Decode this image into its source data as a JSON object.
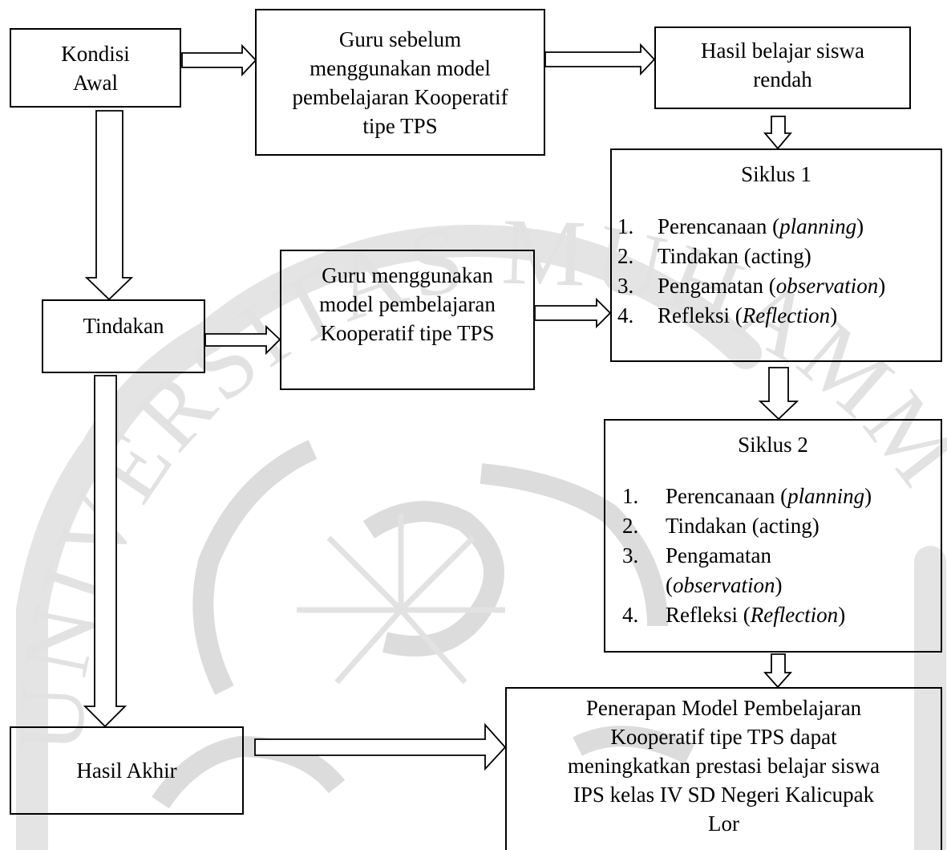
{
  "nodes": {
    "kondisi_awal": [
      "Kondisi",
      "Awal"
    ],
    "guru_sebelum": [
      "Guru sebelum",
      "menggunakan model",
      "pembelajaran Kooperatif",
      "tipe TPS"
    ],
    "hasil_rendah": [
      "Hasil belajar siswa",
      "rendah"
    ],
    "tindakan": "Tindakan",
    "guru_menggunakan": [
      "Guru menggunakan",
      "model pembelajaran",
      "Kooperatif tipe TPS"
    ],
    "hasil_akhir": "Hasil Akhir",
    "penerapan": [
      "Penerapan Model Pembelajaran",
      "Kooperatif tipe TPS dapat",
      "meningkatkan prestasi belajar  siswa",
      "IPS kelas IV SD Negeri Kalicupak",
      "Lor"
    ]
  },
  "siklus1": {
    "title": "Siklus 1",
    "steps": [
      {
        "num": "1.",
        "text": "Perencanaan (",
        "em": "planning",
        "after": ")"
      },
      {
        "num": "2.",
        "text": "Tindakan (acting)",
        "em": "",
        "after": ""
      },
      {
        "num": "3.",
        "text": "Pengamatan (",
        "em": "observation",
        "after": ")"
      },
      {
        "num": "4.",
        "text": "Refleksi (",
        "em": "Reflection",
        "after": ")"
      }
    ]
  },
  "siklus2": {
    "title": "Siklus 2",
    "steps": [
      {
        "num": "1.",
        "text": "Perencanaan (",
        "em": "planning",
        "after": ")"
      },
      {
        "num": "2.",
        "text": "Tindakan (acting)",
        "em": "",
        "after": ""
      },
      {
        "num": "3.",
        "text": "Pengamatan",
        "line2_pre": "(",
        "em": "observation",
        "after": ")"
      },
      {
        "num": "4.",
        "text": "Refleksi (",
        "em": "Reflection",
        "after": ")"
      }
    ]
  },
  "watermark": {
    "text": "UNIVERSITAS MUHAMMADIYAH",
    "color": "#e2e2e2"
  },
  "colors": {
    "line": "#000000",
    "background": "#ffffff"
  }
}
